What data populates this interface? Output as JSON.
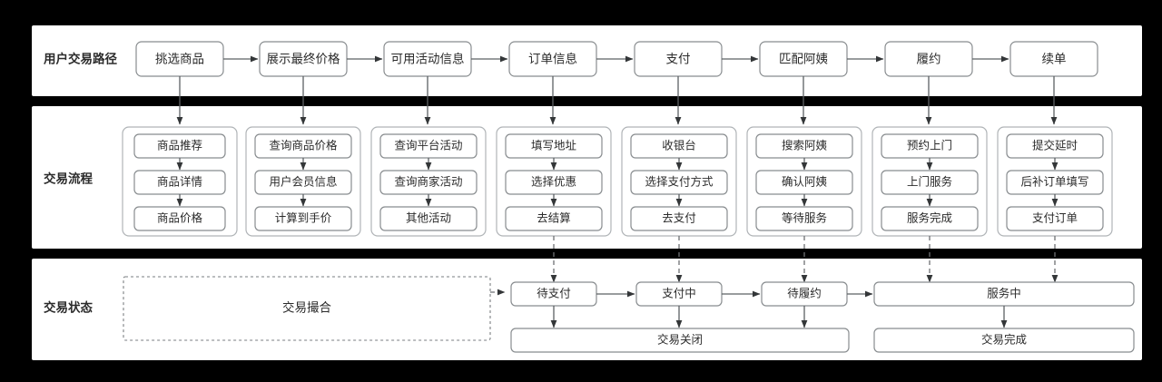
{
  "diagram": {
    "background_color": "#000000",
    "panel_color": "#ffffff",
    "box_border_color": "#888c8f",
    "group_border_color": "#b0b4b7",
    "connector_color": "#5c6063"
  },
  "sections": [
    {
      "id": "user-path",
      "title": "用户交易路径"
    },
    {
      "id": "trade-process",
      "title": "交易流程"
    },
    {
      "id": "trade-status",
      "title": "交易状态"
    }
  ],
  "user_path": {
    "steps": [
      {
        "label": "挑选商品"
      },
      {
        "label": "展示最终价格"
      },
      {
        "label": "可用活动信息"
      },
      {
        "label": "订单信息"
      },
      {
        "label": "支付"
      },
      {
        "label": "匹配阿姨"
      },
      {
        "label": "履约"
      },
      {
        "label": "续单"
      }
    ]
  },
  "trade_process": {
    "groups": [
      {
        "items": [
          "商品推荐",
          "商品详情",
          "商品价格"
        ]
      },
      {
        "items": [
          "查询商品价格",
          "用户会员信息",
          "计算到手价"
        ]
      },
      {
        "items": [
          "查询平台活动",
          "查询商家活动",
          "其他活动"
        ]
      },
      {
        "items": [
          "填写地址",
          "选择优惠",
          "去结算"
        ]
      },
      {
        "items": [
          "收银台",
          "选择支付方式",
          "去支付"
        ]
      },
      {
        "items": [
          "搜索阿姨",
          "确认阿姨",
          "等待服务"
        ]
      },
      {
        "items": [
          "预约上门",
          "上门服务",
          "服务完成"
        ]
      },
      {
        "items": [
          "提交延时",
          "后补订单填写",
          "支付订单"
        ]
      }
    ]
  },
  "trade_status": {
    "matching_box": {
      "label": "交易撮合",
      "style": "dashed"
    },
    "states": [
      {
        "label": "待支付"
      },
      {
        "label": "支付中"
      },
      {
        "label": "待履约"
      },
      {
        "label": "服务中"
      }
    ],
    "terminal_states": [
      {
        "label": "交易关闭"
      },
      {
        "label": "交易完成"
      }
    ]
  }
}
